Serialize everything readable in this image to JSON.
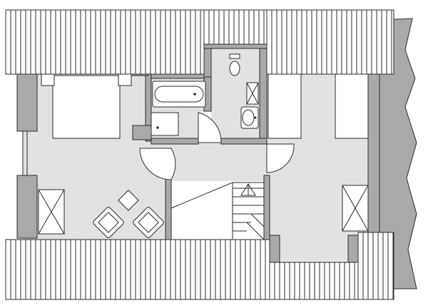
{
  "diagram": {
    "title": "",
    "colors": {
      "background": "#ffffff",
      "floor": "#e2e2e2",
      "wall": "#a9a9a9",
      "line": "#2b2b2b",
      "roof_fill": "#ffffff",
      "fixture": "#ffffff"
    },
    "rooms": [
      "bedroom-left",
      "bathroom",
      "wc-shower",
      "bedroom-right",
      "hallway",
      "living-area",
      "staircase"
    ],
    "fixtures": {
      "beds": 3,
      "armchairs": 2,
      "tables": 1,
      "skylights": 3,
      "bathtub": 1,
      "shower": 1,
      "toilet": 1,
      "sink": 1
    }
  }
}
